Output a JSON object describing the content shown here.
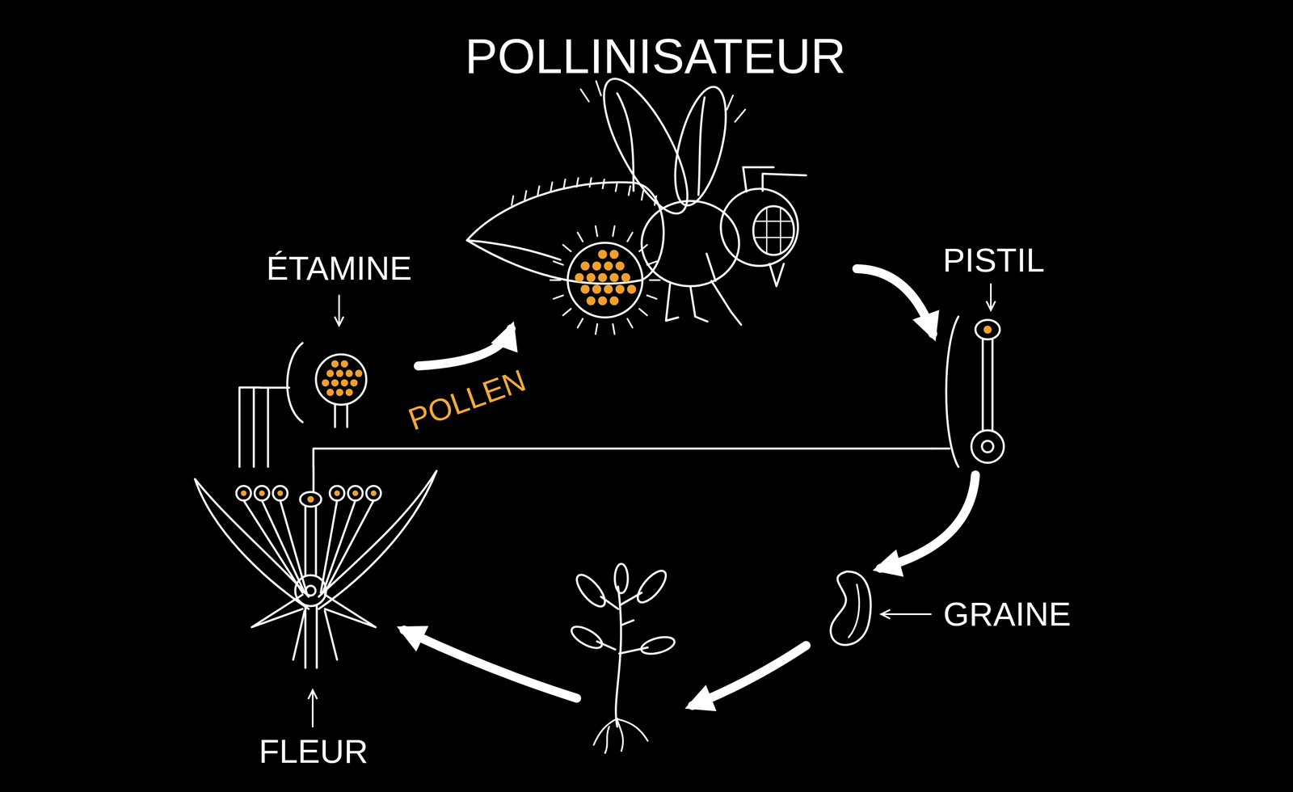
{
  "diagram": {
    "nodes": [
      {
        "text": [
          "ÉTAMINE"
        ]
      },
      {
        "text": [
          "POLLINISATEUR"
        ]
      },
      {
        "text": [
          "PISTIL"
        ]
      },
      {
        "text": [
          "GRAINE"
        ]
      },
      {
        "text": [
          "FLEUR"
        ]
      }
    ],
    "edges": [
      {
        "from": 0,
        "to": 1,
        "arrow": "to",
        "label": "POLLEN"
      },
      {
        "from": 1,
        "to": 2,
        "arrow": "to"
      },
      {
        "from": 2,
        "to": 3,
        "arrow": "to"
      },
      {
        "from": 4,
        "to": 0,
        "arrow": "none"
      },
      {
        "from": 4,
        "to": 2,
        "arrow": "none"
      }
    ]
  }
}
